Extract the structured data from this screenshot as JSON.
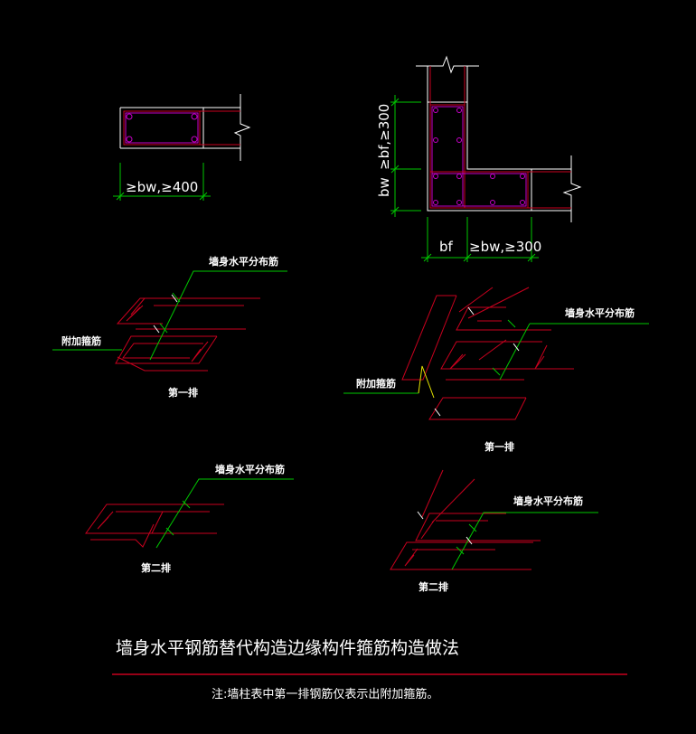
{
  "colors": {
    "background": "#000000",
    "rebar": "#c8001e",
    "dimension": "#00c800",
    "wall_outline": "#ffffff",
    "tie_bar": "#c800c8",
    "leader": "#00c800",
    "leader_alt": "#e6e600"
  },
  "section_a": {
    "dim_text": "≥bw,≥400"
  },
  "section_b": {
    "dim_vertical": "≥bf,≥300",
    "label_bw": "bw",
    "label_bf": "bf",
    "dim_horizontal": "≥bw,≥300"
  },
  "labels": {
    "horizontal_rebar": "墙身水平分布筋",
    "extra_stirrup": "附加箍筋",
    "first_row": "第一排",
    "second_row": "第二排"
  },
  "title": "墙身水平钢筋替代构造边缘构件箍筋构造做法",
  "note": "注:墙柱表中第一排钢筋仅表示出附加箍筋。"
}
